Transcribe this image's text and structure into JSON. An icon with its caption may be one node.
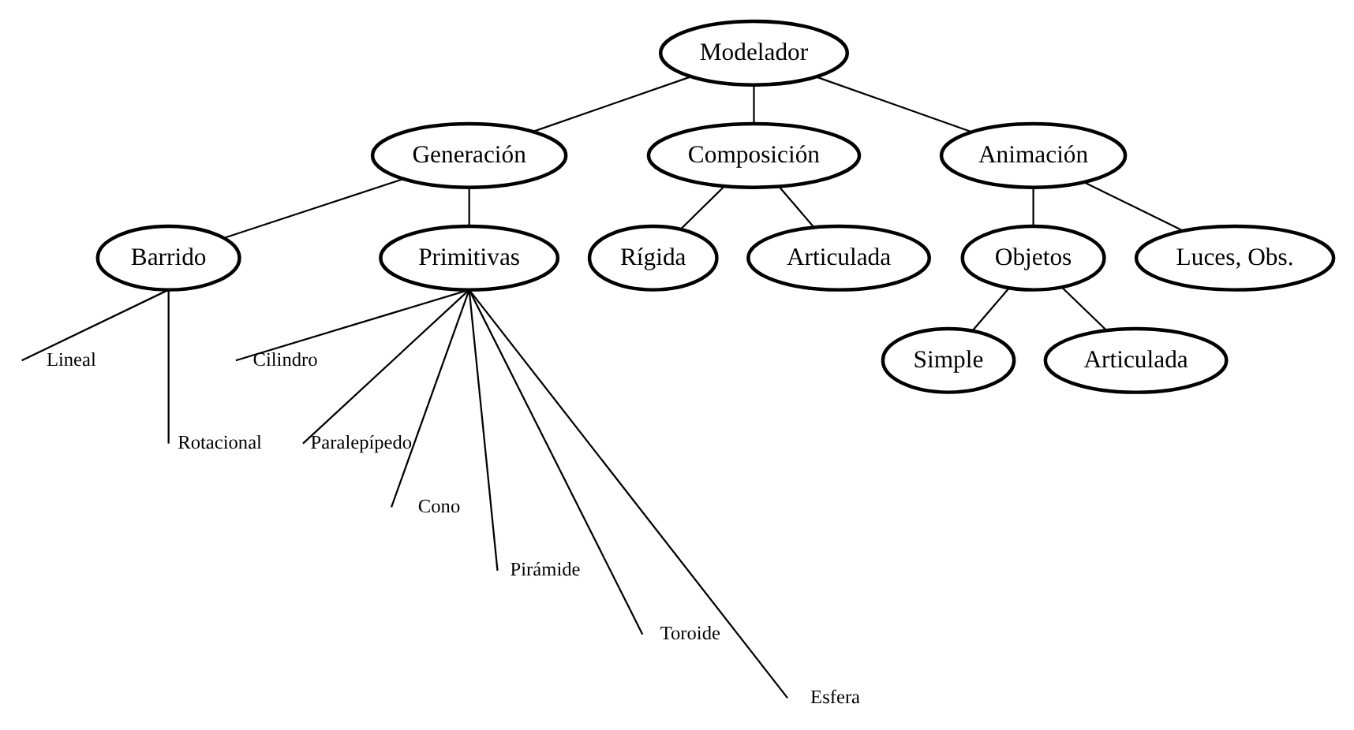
{
  "diagram": {
    "nodes": [
      {
        "text": [
          "Modelador"
        ]
      },
      {
        "text": [
          "Generación"
        ]
      },
      {
        "text": [
          "Composición"
        ]
      },
      {
        "text": [
          "Animación"
        ]
      },
      {
        "text": [
          "Barrido"
        ]
      },
      {
        "text": [
          "Primitivas"
        ]
      },
      {
        "text": [
          "Rígida"
        ]
      },
      {
        "text": [
          "Articulada"
        ]
      },
      {
        "text": [
          "Objetos"
        ]
      },
      {
        "text": [
          "Luces, Obs."
        ]
      },
      {
        "text": [
          "Simple"
        ]
      },
      {
        "text": [
          "Articulada"
        ]
      },
      {
        "text": [
          "Lineal"
        ]
      },
      {
        "text": [
          "Rotacional"
        ]
      },
      {
        "text": [
          "Cilindro"
        ]
      },
      {
        "text": [
          "Paralepípedo"
        ]
      },
      {
        "text": [
          "Cono"
        ]
      },
      {
        "text": [
          "Pirámide"
        ]
      },
      {
        "text": [
          "Toroide"
        ]
      },
      {
        "text": [
          "Esfera"
        ]
      }
    ],
    "edges": [
      {
        "from": 0,
        "to": 1,
        "arrow": "none"
      },
      {
        "from": 0,
        "to": 2,
        "arrow": "none"
      },
      {
        "from": 0,
        "to": 3,
        "arrow": "none"
      },
      {
        "from": 1,
        "to": 4,
        "arrow": "none"
      },
      {
        "from": 1,
        "to": 5,
        "arrow": "none"
      },
      {
        "from": 2,
        "to": 6,
        "arrow": "none"
      },
      {
        "from": 2,
        "to": 7,
        "arrow": "none"
      },
      {
        "from": 3,
        "to": 8,
        "arrow": "none"
      },
      {
        "from": 3,
        "to": 9,
        "arrow": "none"
      },
      {
        "from": 8,
        "to": 10,
        "arrow": "none"
      },
      {
        "from": 8,
        "to": 11,
        "arrow": "none"
      },
      {
        "from": 4,
        "to": 12,
        "arrow": "none"
      },
      {
        "from": 4,
        "to": 13,
        "arrow": "none"
      },
      {
        "from": 5,
        "to": 14,
        "arrow": "none"
      },
      {
        "from": 5,
        "to": 15,
        "arrow": "none"
      },
      {
        "from": 5,
        "to": 16,
        "arrow": "none"
      },
      {
        "from": 5,
        "to": 17,
        "arrow": "none"
      },
      {
        "from": 5,
        "to": 18,
        "arrow": "none"
      },
      {
        "from": 5,
        "to": 19,
        "arrow": "none"
      }
    ]
  }
}
